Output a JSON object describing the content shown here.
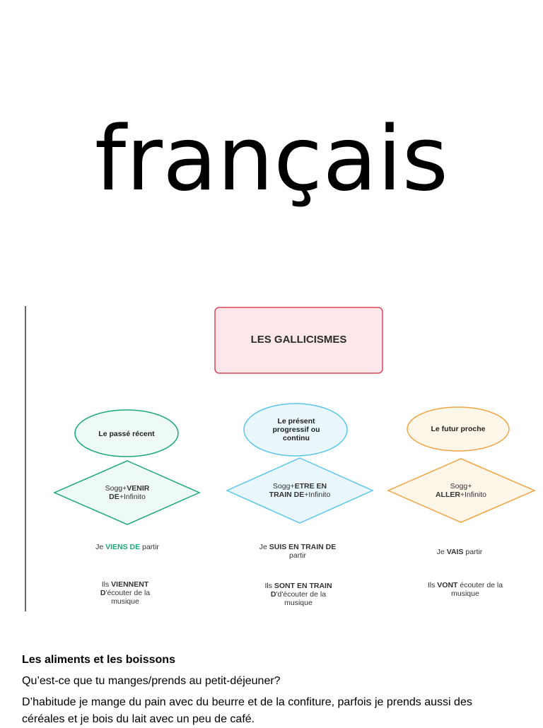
{
  "page": {
    "title": "français"
  },
  "diagram": {
    "header": "LES GALLICISMES",
    "columns": [
      {
        "oval": "Le passé récent",
        "diamond_pre": "Sogg+",
        "diamond_bold": "VENIR DE",
        "diamond_post": "+Infinito",
        "ex1_pre": "Je ",
        "ex1_bold": "VIENS DE",
        "ex1_post": " partir",
        "ex2_pre": "Ils ",
        "ex2_bold": "VIENNENT D",
        "ex2_post": "'écouter de la musique"
      },
      {
        "oval": "Le présent progressif ou continu",
        "diamond_pre": "Sogg+",
        "diamond_bold": "ETRE EN TRAIN DE",
        "diamond_post": "+Infinito",
        "ex1_pre": "Je ",
        "ex1_bold": "SUIS EN TRAIN DE",
        "ex1_post": " partir",
        "ex2_pre": "Ils ",
        "ex2_bold": "SONT EN TRAIN D",
        "ex2_post": "'d'écouter de la musique"
      },
      {
        "oval": "Le futur proche",
        "diamond_pre": "Sogg+ ",
        "diamond_bold": "ALLER",
        "diamond_post": "+Infinito",
        "ex1_pre": "Je ",
        "ex1_bold": "VAIS",
        "ex1_post": " partir",
        "ex2_pre": "Ils ",
        "ex2_bold": "VONT",
        "ex2_post": " écouter de la musique"
      }
    ],
    "colors": {
      "header_border": "#d9465a",
      "header_fill": "#fde7ea",
      "green": "#1aa877",
      "green_fill": "#eefaf4",
      "blue": "#5cc6ea",
      "blue_fill": "#e9f7fd",
      "orange": "#f0a545",
      "orange_fill": "#fff6ea"
    }
  },
  "text": {
    "heading": "Les aliments et les boissons",
    "question": "Qu’est-ce que tu manges/prends au petit-déjeuner?",
    "answer": "D’habitude je mange du pain avec du beurre et de la confiture, parfois je prends aussi des céréales et je bois du lait avec un peu de café."
  }
}
